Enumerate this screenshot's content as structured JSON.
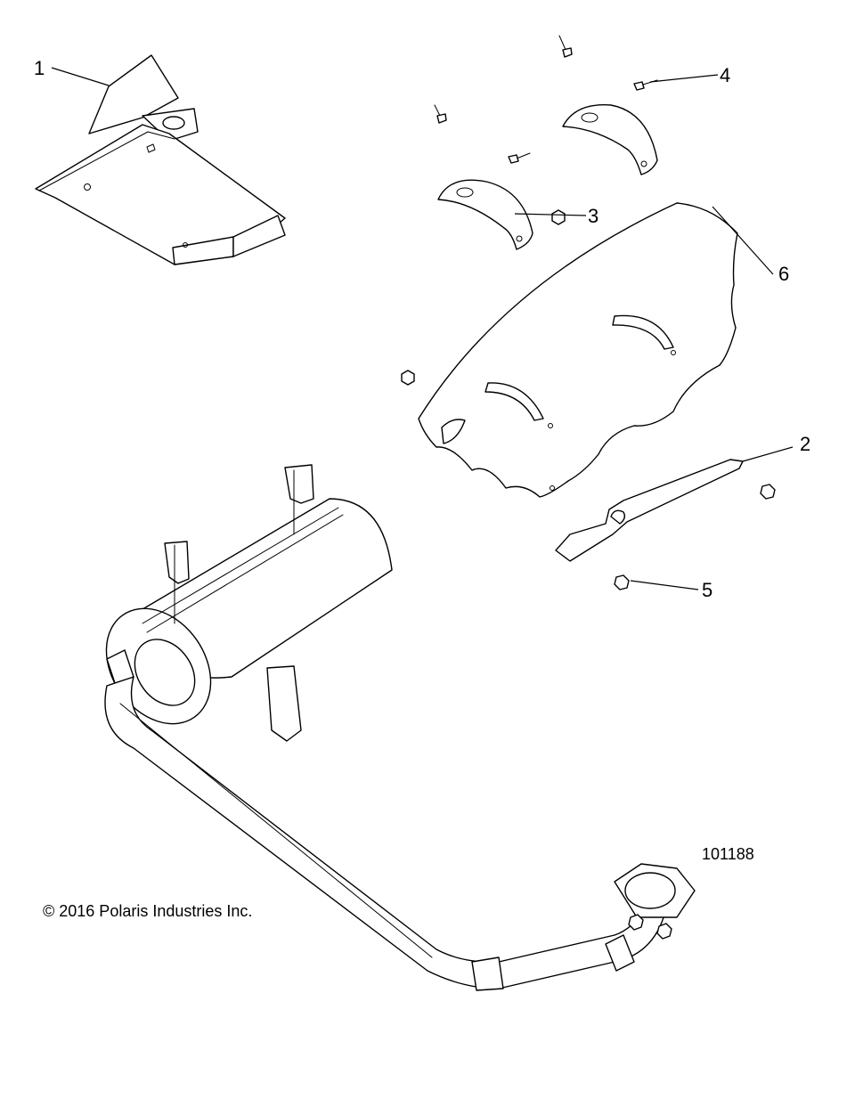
{
  "callouts": [
    {
      "id": "1",
      "label": "1"
    },
    {
      "id": "2",
      "label": "2"
    },
    {
      "id": "3",
      "label": "3"
    },
    {
      "id": "4",
      "label": "4"
    },
    {
      "id": "5",
      "label": "5"
    },
    {
      "id": "6",
      "label": "6"
    }
  ],
  "drawing_number": "101188",
  "copyright": "© 2016 Polaris Industries Inc."
}
